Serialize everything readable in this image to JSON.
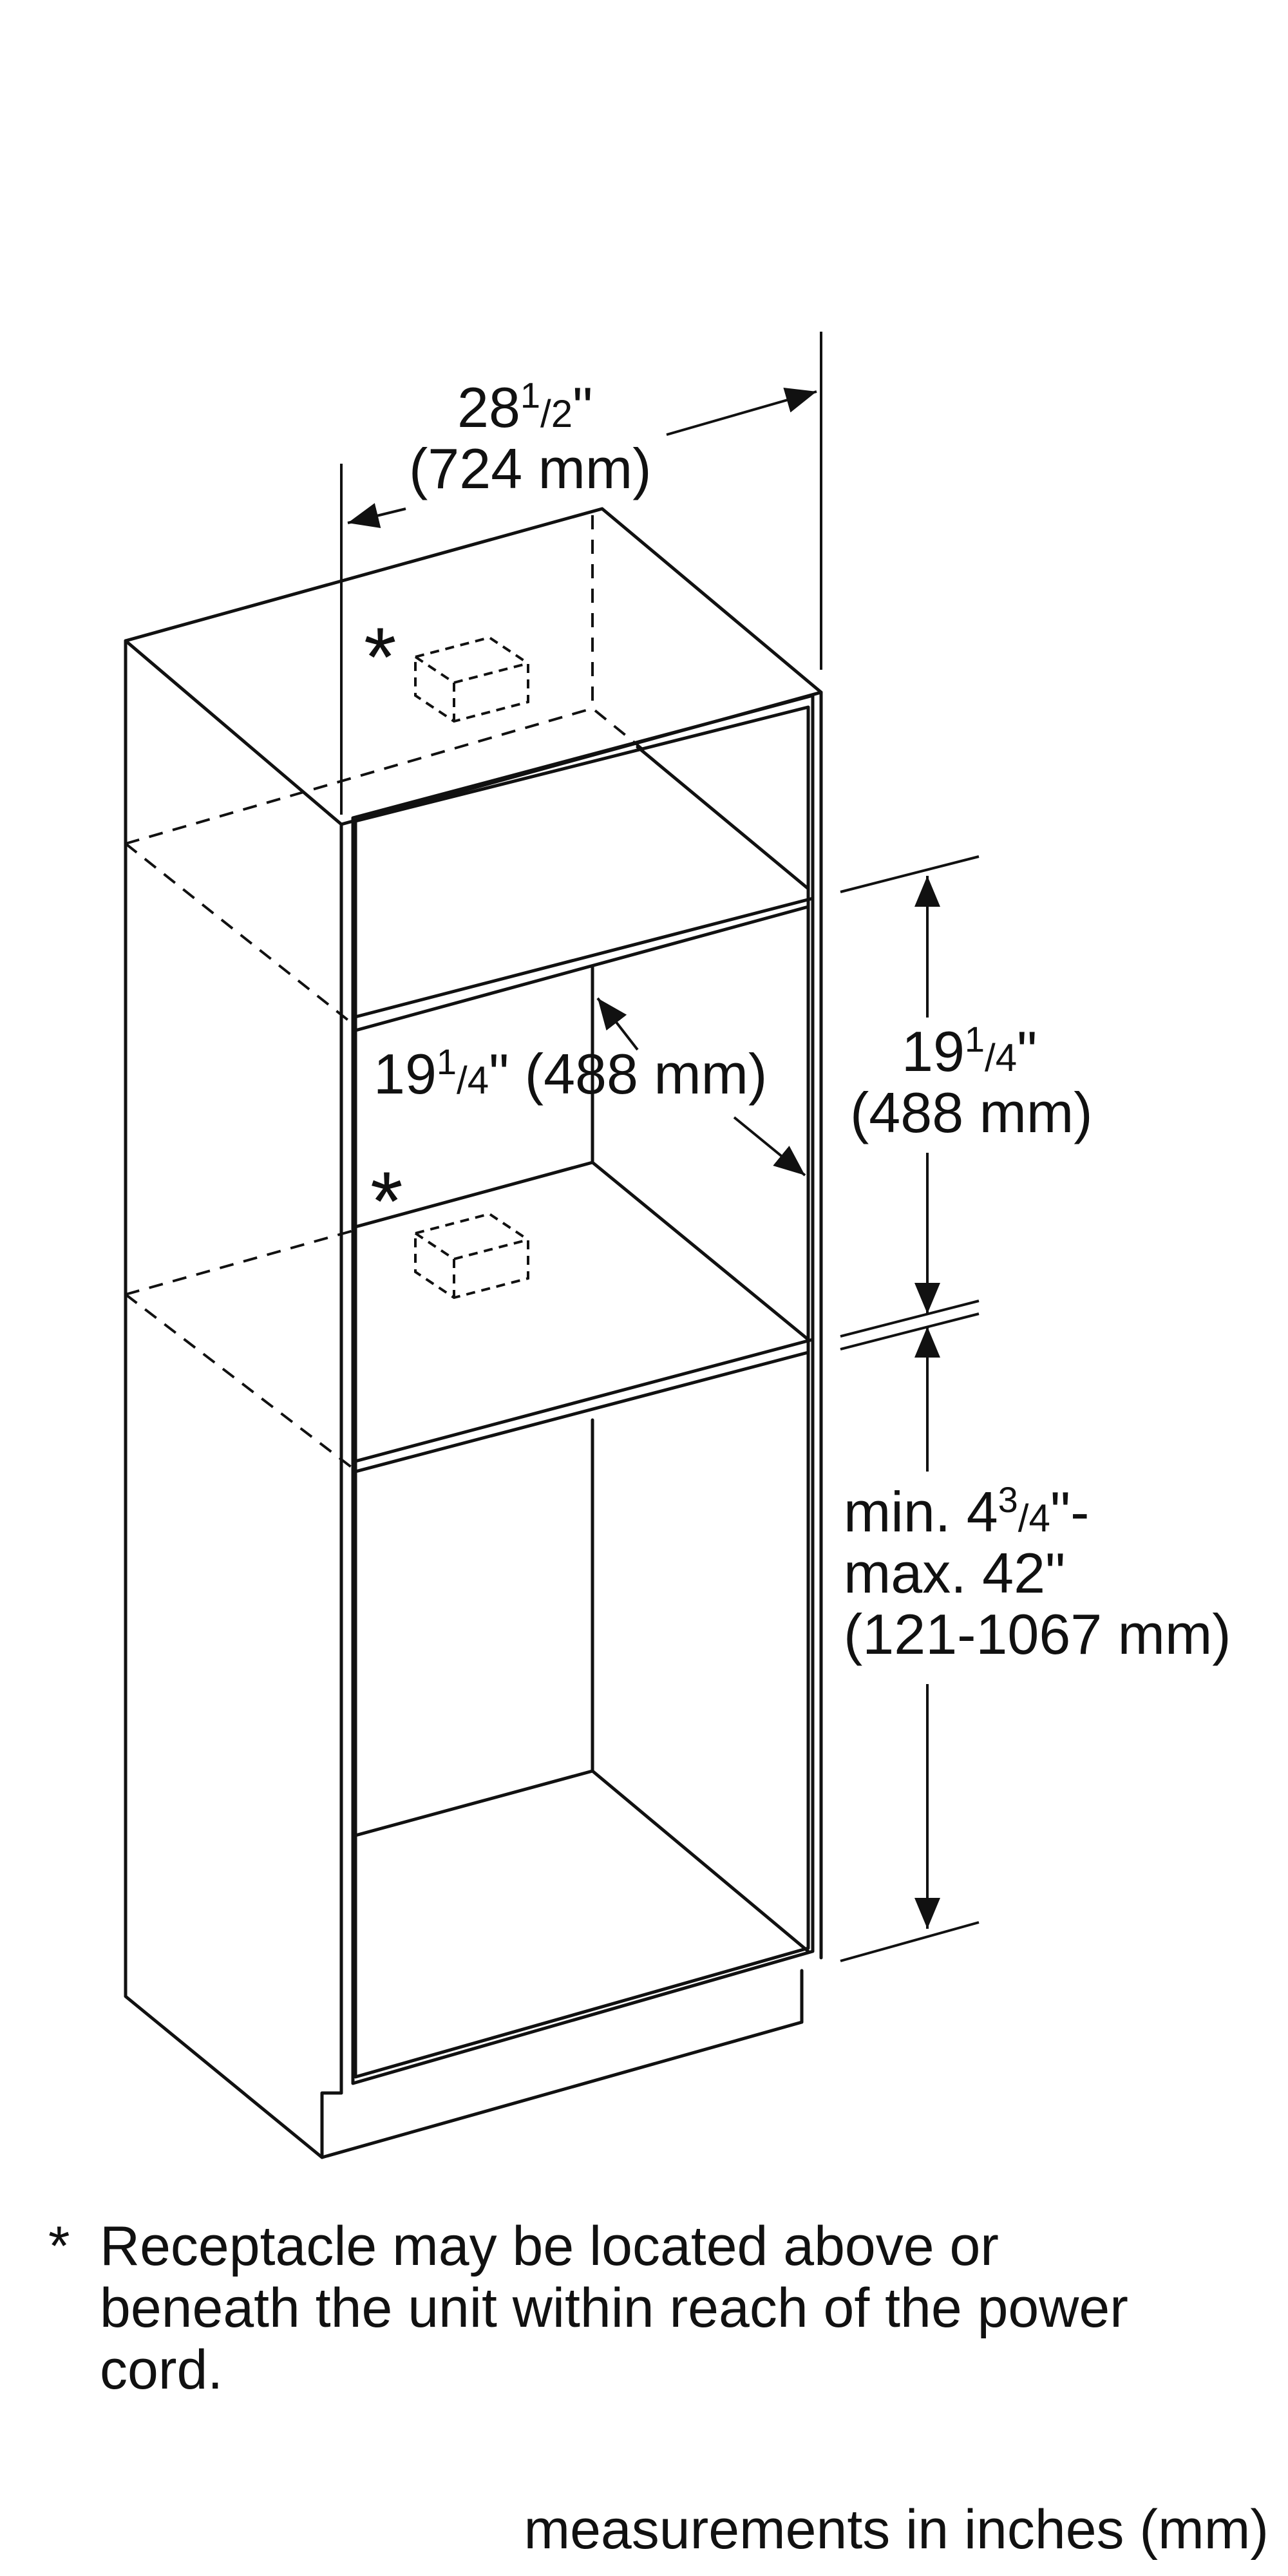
{
  "dimensions": {
    "width": {
      "whole": "28",
      "num": "1",
      "den": "2",
      "metric": "(724 mm)"
    },
    "depth": {
      "whole": "19",
      "num": "1",
      "den": "4",
      "metric": "(488 mm)"
    },
    "height": {
      "whole": "19",
      "num": "1",
      "den": "4",
      "metric": "(488 mm)"
    },
    "floor_gap": {
      "min_prefix": "min. 4",
      "min_num": "3",
      "min_den": "4",
      "min_suffix": "\"-",
      "max": "max. 42\"",
      "metric": "(121-1067 mm)"
    }
  },
  "receptacle_marker": "*",
  "footnote": {
    "marker": "*",
    "text": "Receptacle may be located above or beneath the unit within reach of the power cord."
  },
  "units_note": "measurements in inches (mm)"
}
